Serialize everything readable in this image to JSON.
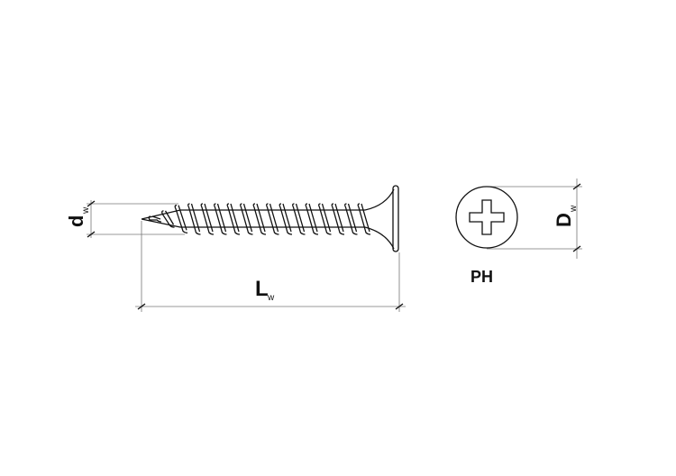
{
  "labels": {
    "d_main": "d",
    "d_sub": "w",
    "L_main": "L",
    "L_sub": "w",
    "D_main": "D",
    "D_sub": "w",
    "head_type": "PH"
  },
  "colors": {
    "line": "#111111",
    "dim_line": "#666666",
    "background": "#ffffff"
  }
}
